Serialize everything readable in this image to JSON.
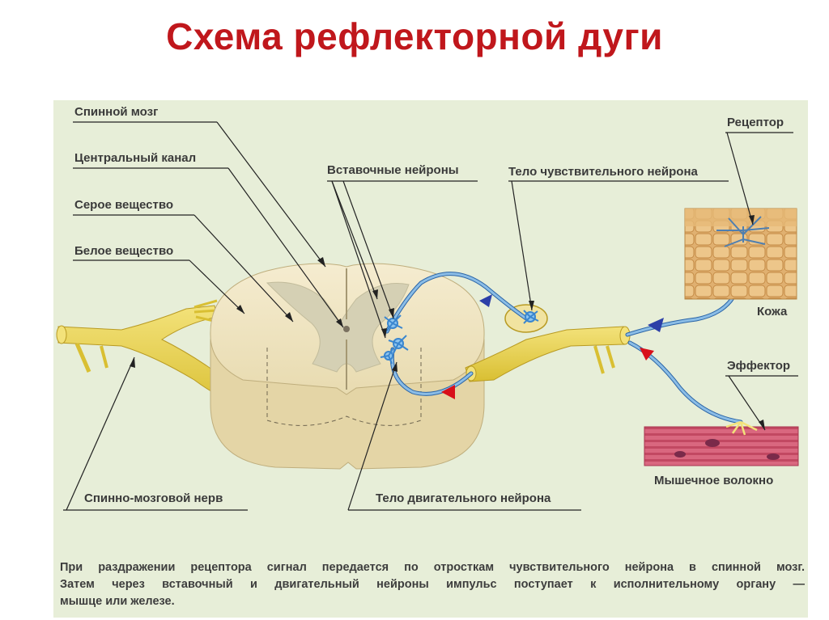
{
  "title": "Схема рефлекторной дуги",
  "labels": {
    "spinal_cord": "Спинной мозг",
    "central_canal": "Центральный канал",
    "gray_matter": "Серое вещество",
    "white_matter": "Белое вещество",
    "interneurons": "Вставочные нейроны",
    "sensory_body": "Тело чувствительного нейрона",
    "receptor": "Рецептор",
    "skin": "Кожа",
    "effector": "Эффектор",
    "muscle_fiber": "Мышечное волокно",
    "spinal_nerve": "Спинно-мозговой нерв",
    "motor_body": "Тело двигательного нейрона"
  },
  "caption": [
    "При раздражении рецептора сигнал передается по отросткам чувствительного нейрона в спинной мозг.",
    "Затем через вставочный и двигательный нейроны импульс поступает к исполнительному органу —",
    "мышце или железе."
  ],
  "colors": {
    "title": "#c0171c",
    "background": "#e7eed8",
    "nerve": "#e9d24a",
    "cord": "#f1e6c4",
    "gray_matter": "#d5d0b4",
    "neuron": "#6aa5d6",
    "arrow_blue": "#2c3fa8",
    "arrow_red": "#d8101a",
    "muscle": "#d8607a",
    "skin": "#d8a766"
  }
}
